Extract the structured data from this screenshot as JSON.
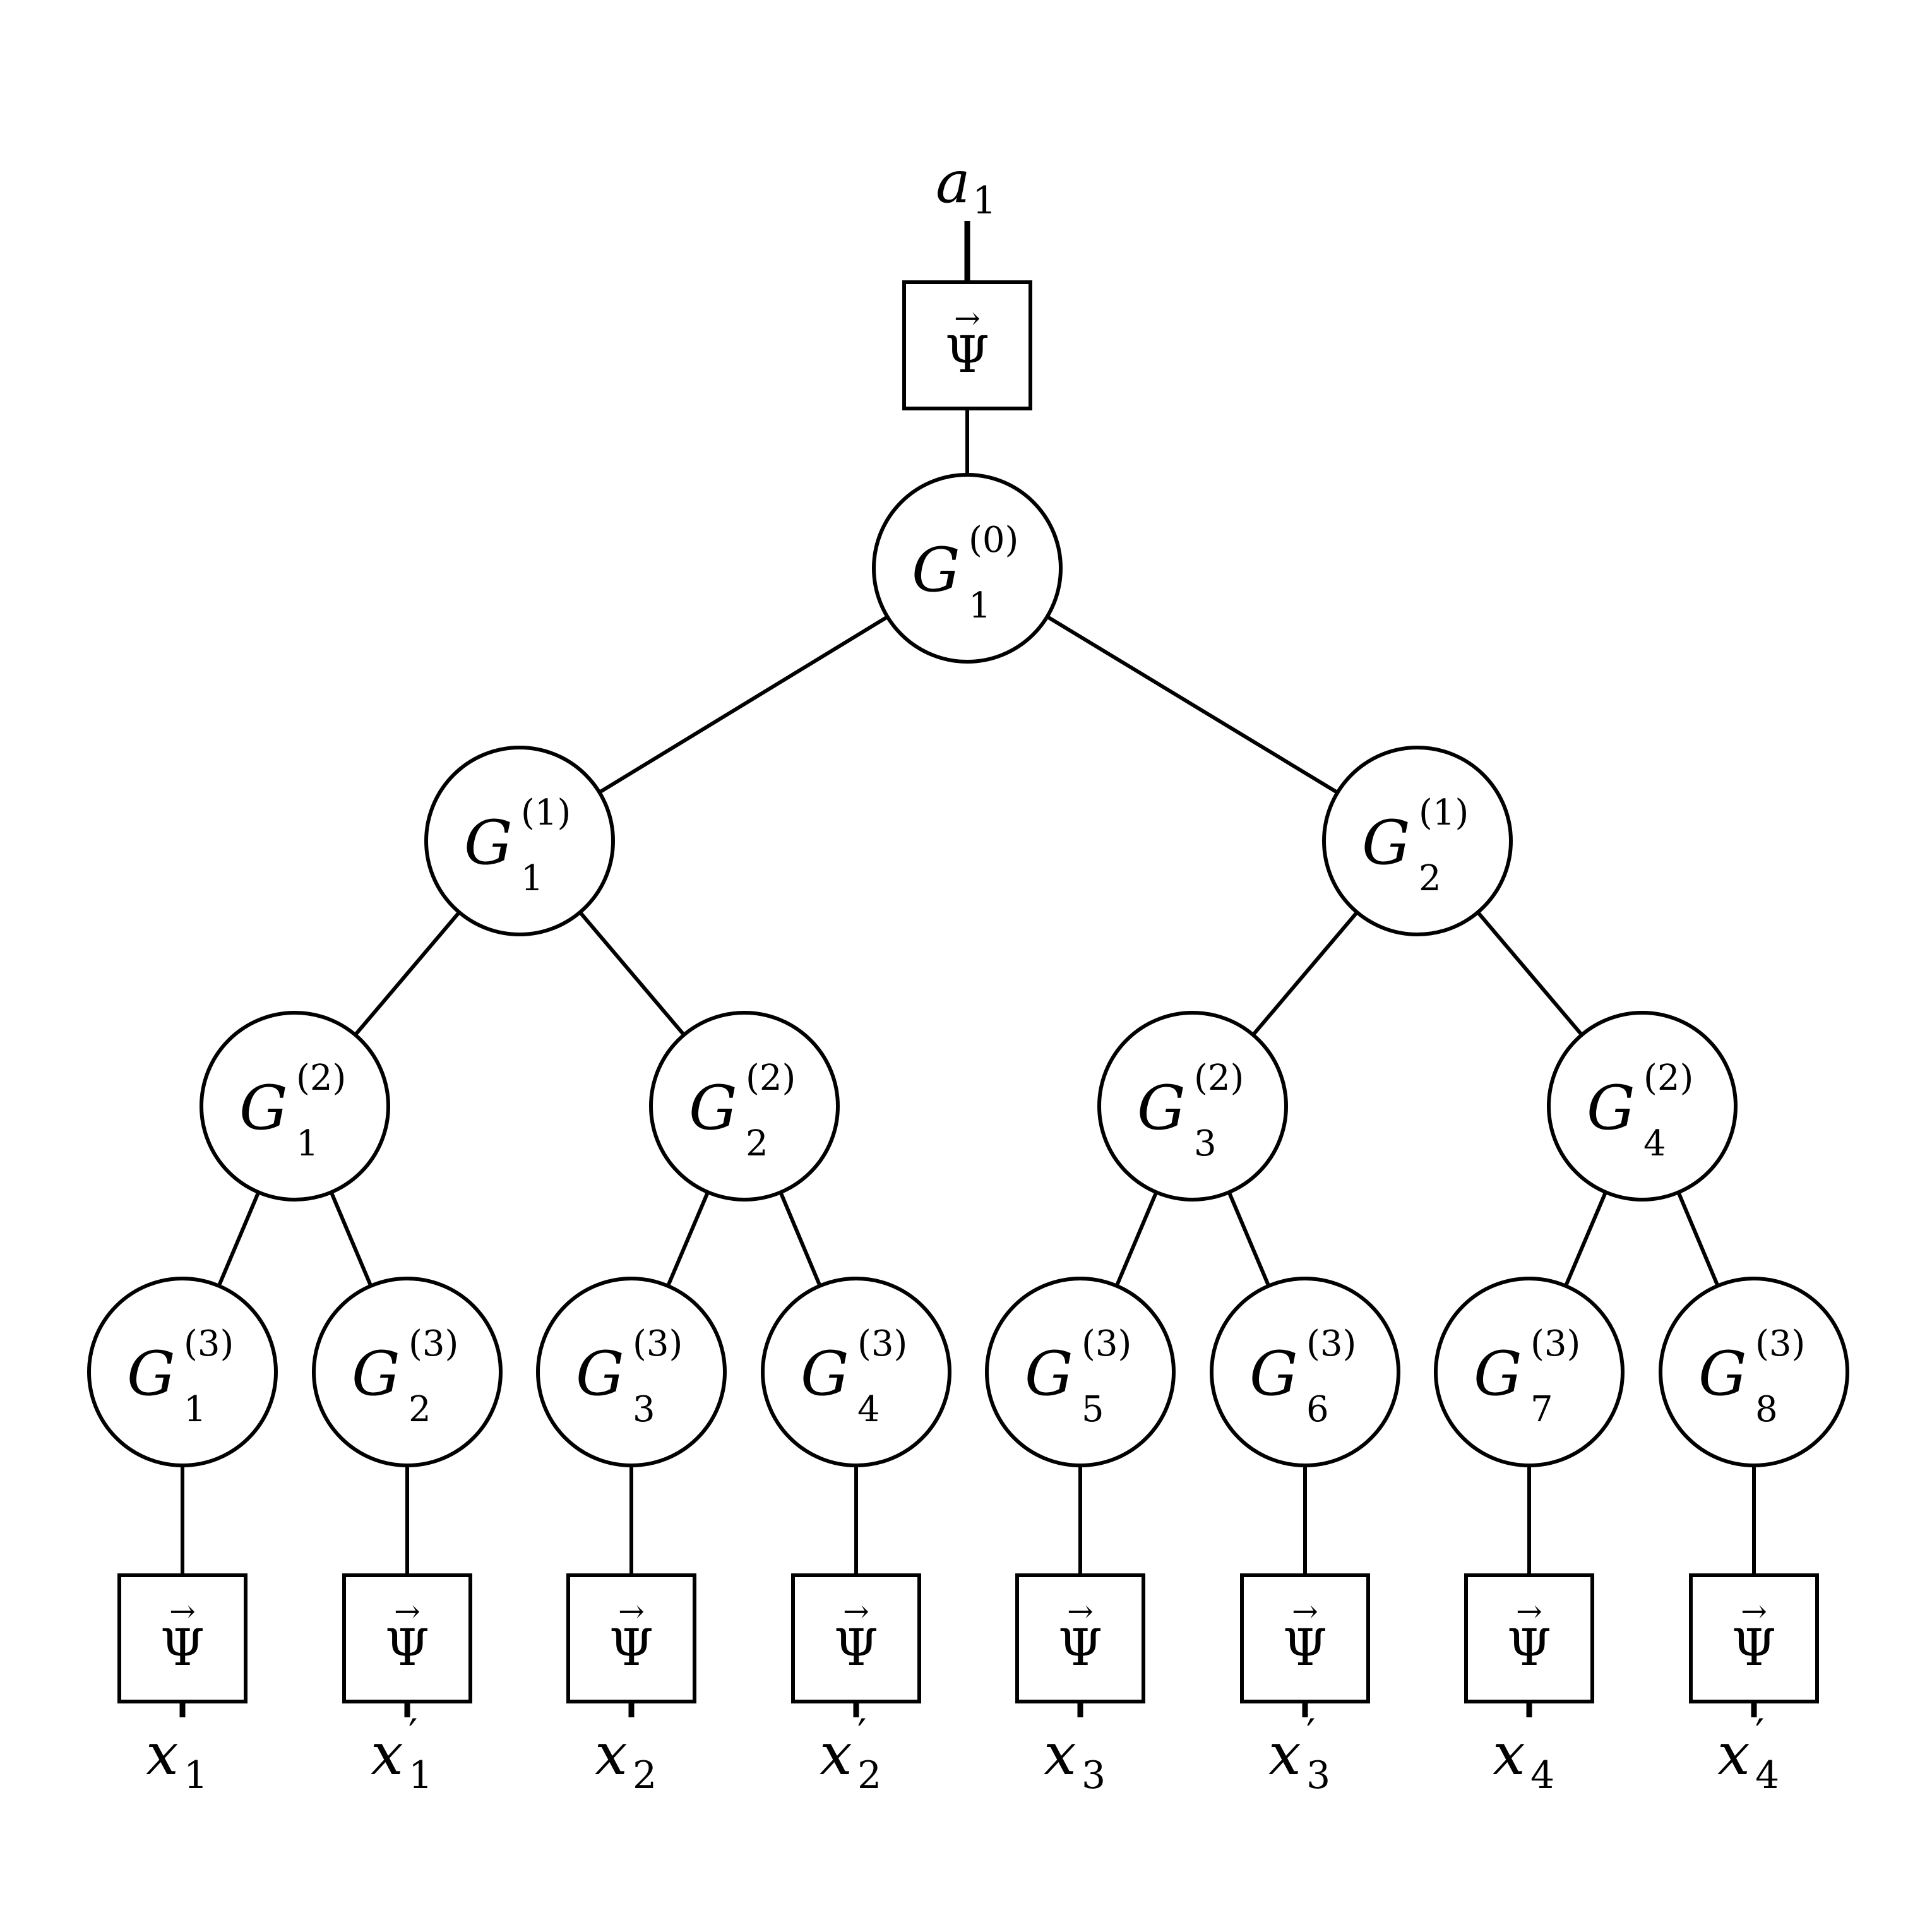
{
  "top_label": {
    "main": "a",
    "sub": "1"
  },
  "psi_symbol": "Ψ",
  "psi_arrow": "→",
  "prime_mark": "′",
  "tree": {
    "root": {
      "main": "G",
      "sub": "1",
      "sup": "(0)"
    },
    "level1": [
      {
        "main": "G",
        "sub": "1",
        "sup": "(1)"
      },
      {
        "main": "G",
        "sub": "2",
        "sup": "(1)"
      }
    ],
    "level2": [
      {
        "main": "G",
        "sub": "1",
        "sup": "(2)"
      },
      {
        "main": "G",
        "sub": "2",
        "sup": "(2)"
      },
      {
        "main": "G",
        "sub": "3",
        "sup": "(2)"
      },
      {
        "main": "G",
        "sub": "4",
        "sup": "(2)"
      }
    ],
    "level3": [
      {
        "main": "G",
        "sub": "1",
        "sup": "(3)"
      },
      {
        "main": "G",
        "sub": "2",
        "sup": "(3)"
      },
      {
        "main": "G",
        "sub": "3",
        "sup": "(3)"
      },
      {
        "main": "G",
        "sub": "4",
        "sup": "(3)"
      },
      {
        "main": "G",
        "sub": "5",
        "sup": "(3)"
      },
      {
        "main": "G",
        "sub": "6",
        "sup": "(3)"
      },
      {
        "main": "G",
        "sub": "7",
        "sup": "(3)"
      },
      {
        "main": "G",
        "sub": "8",
        "sup": "(3)"
      }
    ]
  },
  "leaf_labels": [
    {
      "main": "x",
      "sub": "1",
      "prime": false
    },
    {
      "main": "x",
      "sub": "1",
      "prime": true
    },
    {
      "main": "x",
      "sub": "2",
      "prime": false
    },
    {
      "main": "x",
      "sub": "2",
      "prime": true
    },
    {
      "main": "x",
      "sub": "3",
      "prime": false
    },
    {
      "main": "x",
      "sub": "3",
      "prime": true
    },
    {
      "main": "x",
      "sub": "4",
      "prime": false
    },
    {
      "main": "x",
      "sub": "4",
      "prime": true
    }
  ]
}
